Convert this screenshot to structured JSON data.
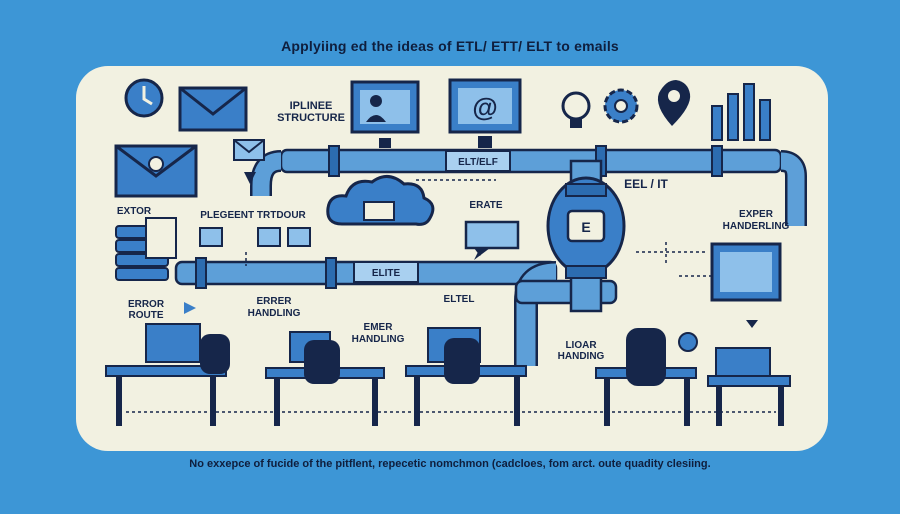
{
  "title": "Applyiing ed the ideas of ETL/ ETT/ ELT to emails",
  "footer": "No exxepce of fucide of the pitflent, repecetic nomchmon (cadcloes, fom arct. oute quadity clesiing.",
  "labels": {
    "pipeline_structure_1": "IPLINEE",
    "pipeline_structure_2": "STRUCTURE",
    "extor": "EXTOR",
    "plegenent": "PLEGEENT TRTDOUR",
    "erate": "ERATE",
    "eel_it": "EEL / IT",
    "exper_1": "EXPER",
    "exper_2": "HANDERLING",
    "error_route_1": "ERROR",
    "error_route_2": "ROUTE",
    "errer_1": "ERRER",
    "errer_2": "HANDLING",
    "emer_1": "EMER",
    "emer_2": "HANDLING",
    "eltel": "ELTEL",
    "lioar_1": "LIOAR",
    "lioar_2": "HANDING",
    "pipe_tag_1": "ELT/ELF",
    "pipe_tag_2": "ELITE"
  },
  "colors": {
    "background": "#3d96d6",
    "panel": "#f2f1e1",
    "navy": "#16264a",
    "blue": "#3a7fc8",
    "light_blue": "#8ec0ea"
  },
  "icons": [
    "envelope-icon",
    "monitor-user-icon",
    "monitor-at-icon",
    "lightbulb-icon",
    "gear-icon",
    "map-pin-icon",
    "bar-chart-icon",
    "cloud-icon",
    "workstation-icon",
    "document-icon",
    "power-icon"
  ]
}
